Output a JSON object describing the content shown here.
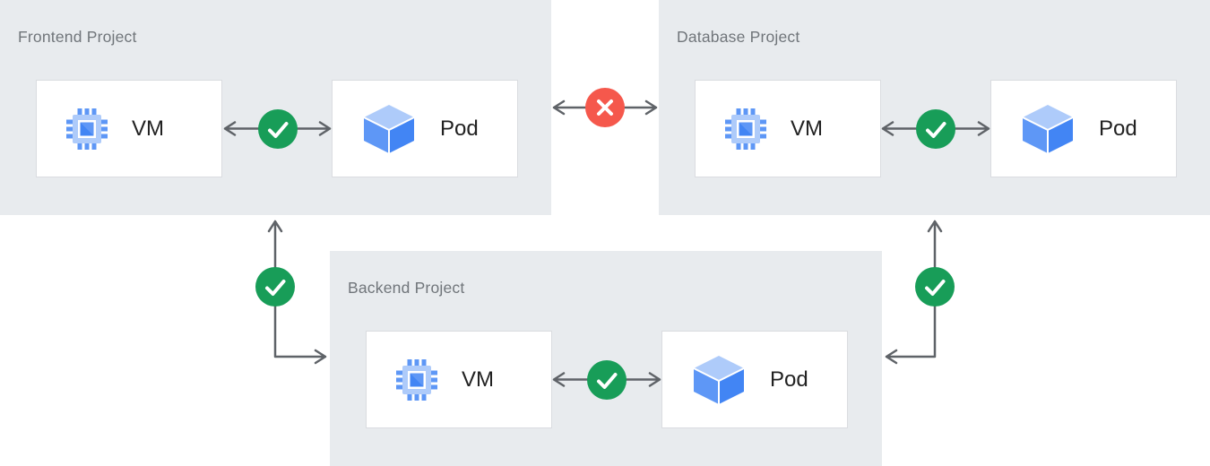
{
  "panels": [
    {
      "id": "frontend",
      "label": "Frontend Project",
      "vm_label": "VM",
      "pod_label": "Pod",
      "internal_connection": "allowed"
    },
    {
      "id": "database",
      "label": "Database Project",
      "vm_label": "VM",
      "pod_label": "Pod",
      "internal_connection": "allowed"
    },
    {
      "id": "backend",
      "label": "Backend Project",
      "vm_label": "VM",
      "pod_label": "Pod",
      "internal_connection": "allowed"
    }
  ],
  "connections": [
    {
      "from": "frontend",
      "to": "database",
      "status": "blocked"
    },
    {
      "from": "frontend",
      "to": "backend",
      "status": "allowed"
    },
    {
      "from": "database",
      "to": "backend",
      "status": "allowed"
    }
  ],
  "icons": {
    "vm": "compute-engine-chip-icon",
    "pod": "pod-cube-icon",
    "allowed": "check-icon",
    "blocked": "cross-icon"
  },
  "colors": {
    "allowed_green": "#189D58",
    "blocked_red": "#F5584C",
    "panel_bg": "#E8EBEE",
    "arrow_gray": "#5F6368",
    "node_border": "#DADCE0",
    "label_gray": "#70757A",
    "node_text": "#212121",
    "icon_blue": "#4285F4",
    "icon_blue_mid": "#5E97F6",
    "icon_blue_light": "#AECBFA"
  }
}
